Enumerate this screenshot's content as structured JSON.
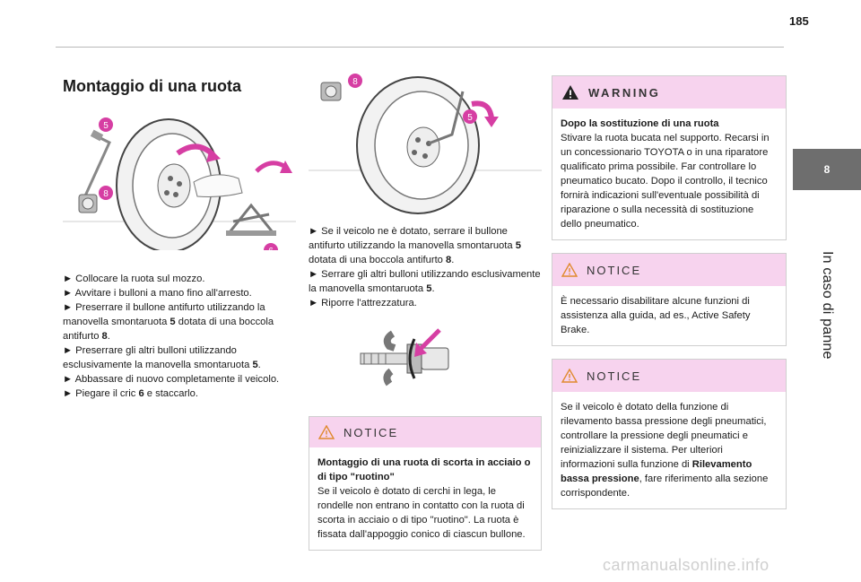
{
  "page": {
    "number": "185",
    "chapter_tab": "8",
    "chapter_title": "In caso di panne"
  },
  "colors": {
    "accent_magenta": "#d63ea3",
    "notice_header_bg": "#f7d3ee",
    "side_tab_bg": "#6e6e6e"
  },
  "left": {
    "title": "Montaggio di una ruota",
    "callouts": [
      "5",
      "8",
      "6"
    ],
    "steps": [
      {
        "parts": [
          "► Collocare la ruota sul mozzo."
        ]
      },
      {
        "parts": [
          "► Avvitare i bulloni a mano fino all'arresto."
        ]
      },
      {
        "parts": [
          "► Preserrare il bullone antifurto utilizzando la manovella smontaruota ",
          "5",
          " dotata di una boccola antifurto ",
          "8",
          "."
        ]
      },
      {
        "parts": [
          "► Preserrare gli altri bulloni utilizzando esclusivamente la manovella smontaruota ",
          "5",
          "."
        ]
      },
      {
        "parts": [
          "► Abbassare di nuovo completamente il veicolo."
        ]
      },
      {
        "parts": [
          "► Piegare il cric ",
          "6",
          " e staccarlo."
        ]
      }
    ]
  },
  "middle": {
    "callouts": [
      "8",
      "5"
    ],
    "steps": [
      {
        "parts": [
          "► Se il veicolo ne è dotato, serrare il bullone antifurto utilizzando la manovella smontaruota ",
          "5",
          " dotata di una boccola antifurto ",
          "8",
          "."
        ]
      },
      {
        "parts": [
          "► Serrare gli altri bulloni utilizzando esclusivamente la manovella smontaruota ",
          "5",
          "."
        ]
      },
      {
        "parts": [
          "► Riporre l'attrezzatura."
        ]
      }
    ],
    "notice": {
      "label": "NOTICE",
      "heading": "Montaggio di una ruota di scorta in acciaio o di tipo \"ruotino\"",
      "text": "Se il veicolo è dotato di cerchi in lega, le rondelle non entrano in contatto con la ruota di scorta in acciaio o di tipo \"ruotino\". La ruota è fissata dall'appoggio conico di ciascun bullone."
    }
  },
  "right": {
    "warning": {
      "label": "WARNING",
      "heading": "Dopo la sostituzione di una ruota",
      "text": "Stivare la ruota bucata nel supporto. Recarsi in un concessionario TOYOTA o in una riparatore qualificato prima possibile. Far controllare lo pneumatico bucato. Dopo il controllo, il tecnico fornirà indicazioni sull'eventuale possibilità di riparazione o sulla necessità di sostituzione dello pneumatico."
    },
    "notice1": {
      "label": "NOTICE",
      "text": "È necessario disabilitare alcune funzioni di assistenza alla guida, ad es., Active Safety Brake."
    },
    "notice2": {
      "label": "NOTICE",
      "text_before": "Se il veicolo è dotato della funzione di rilevamento bassa pressione degli pneumatici, controllare la pressione degli pneumatici e reinizializzare il sistema. Per ulteriori informazioni sulla funzione di ",
      "text_bold": "Rilevamento bassa pressione",
      "text_after": ", fare riferimento alla sezione corrispondente."
    }
  },
  "footer": {
    "watermark": "carmanualsonline.info"
  }
}
